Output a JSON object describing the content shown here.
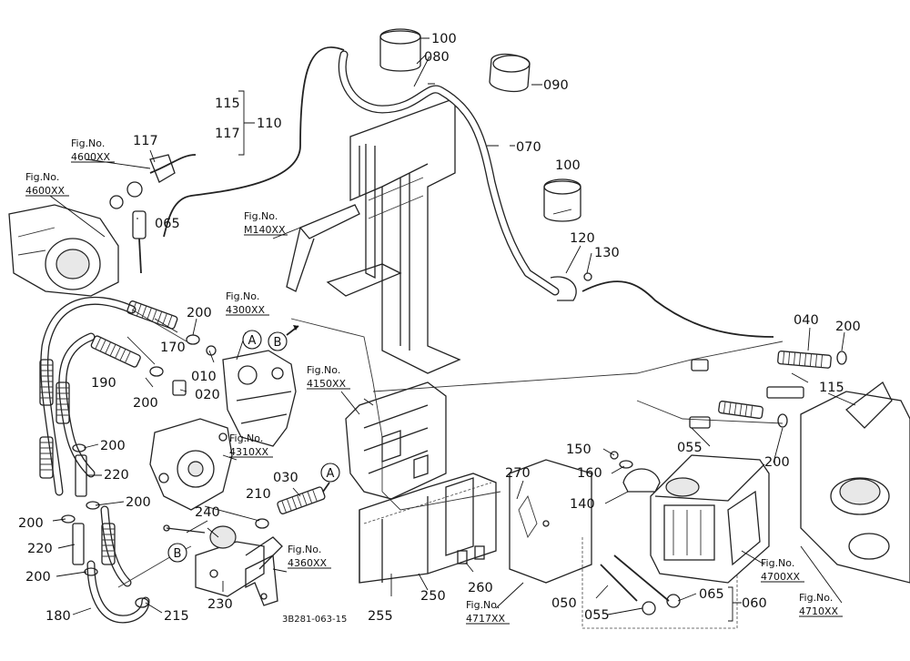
{
  "callouts": {
    "c100a": "100",
    "c080": "080",
    "c090": "090",
    "c070": "070",
    "c100b": "100",
    "c115a": "115",
    "c117a": "117",
    "c110": "110",
    "c117b": "117",
    "c065a": "065",
    "c120": "120",
    "c130": "130",
    "c040": "040",
    "c200a": "200",
    "c115b": "115",
    "c200b": "200",
    "c170": "170",
    "c010": "010",
    "c190": "190",
    "c200c": "200",
    "c020": "020",
    "c200d": "200",
    "c220a": "220",
    "c200e": "200",
    "c200f": "200",
    "c220b": "220",
    "c200g": "200",
    "c180": "180",
    "c240": "240",
    "c210": "210",
    "c030": "030",
    "c230": "230",
    "c215": "215",
    "c255": "255",
    "c250": "250",
    "c260": "260",
    "c270": "270",
    "c150": "150",
    "c160": "160",
    "c140": "140",
    "c055a": "055",
    "c200h": "200",
    "c050": "050",
    "c055b": "055",
    "c065b": "065",
    "c060": "060"
  },
  "figure_refs": {
    "f4600a": {
      "head": "Fig.No.",
      "num": "4600XX"
    },
    "f4600b": {
      "head": "Fig.No.",
      "num": "4600XX"
    },
    "fM140": {
      "head": "Fig.No.",
      "num": "M140XX"
    },
    "f4300": {
      "head": "Fig.No.",
      "num": "4300XX"
    },
    "f4150": {
      "head": "Fig.No.",
      "num": "4150XX"
    },
    "f4310": {
      "head": "Fig.No.",
      "num": "4310XX"
    },
    "f4360": {
      "head": "Fig.No.",
      "num": "4360XX"
    },
    "f4717": {
      "head": "Fig.No.",
      "num": "4717XX"
    },
    "f4700": {
      "head": "Fig.No.",
      "num": "4700XX"
    },
    "f4710": {
      "head": "Fig.No.",
      "num": "4710XX"
    }
  },
  "connectors": {
    "a1": "A",
    "b1": "B",
    "a2": "A",
    "b2": "B"
  },
  "drawing_code": "3B281-063-15"
}
